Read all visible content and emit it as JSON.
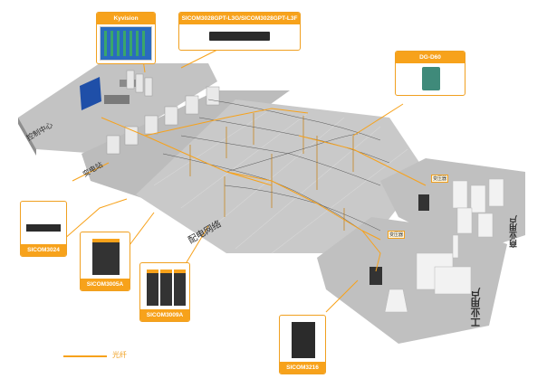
{
  "products": {
    "kyvision": "Kyvision",
    "sicom3028": "SICOM3028GPT-L3G/SICOM3028GPT-L3F",
    "dgd60": "DG-D60",
    "sicom3024": "SICOM3024",
    "sicom3005a": "SICOM3005A",
    "sicom3009a": "SICOM3009A",
    "sicom3216": "SICOM3216"
  },
  "areas": {
    "control_center": "控制中心",
    "substation": "变电站",
    "distribution_network": "配电网络",
    "commercial_users": "商业用户",
    "industrial_users": "工业用户",
    "transformer_1": "变压器",
    "transformer_2": "变压器"
  },
  "legend": {
    "fiber": "光纤"
  },
  "colors": {
    "accent": "#f7a21b",
    "platform": "#b9b9b9",
    "platform_side": "#8e8e8e",
    "fiber": "#f7a21b"
  }
}
